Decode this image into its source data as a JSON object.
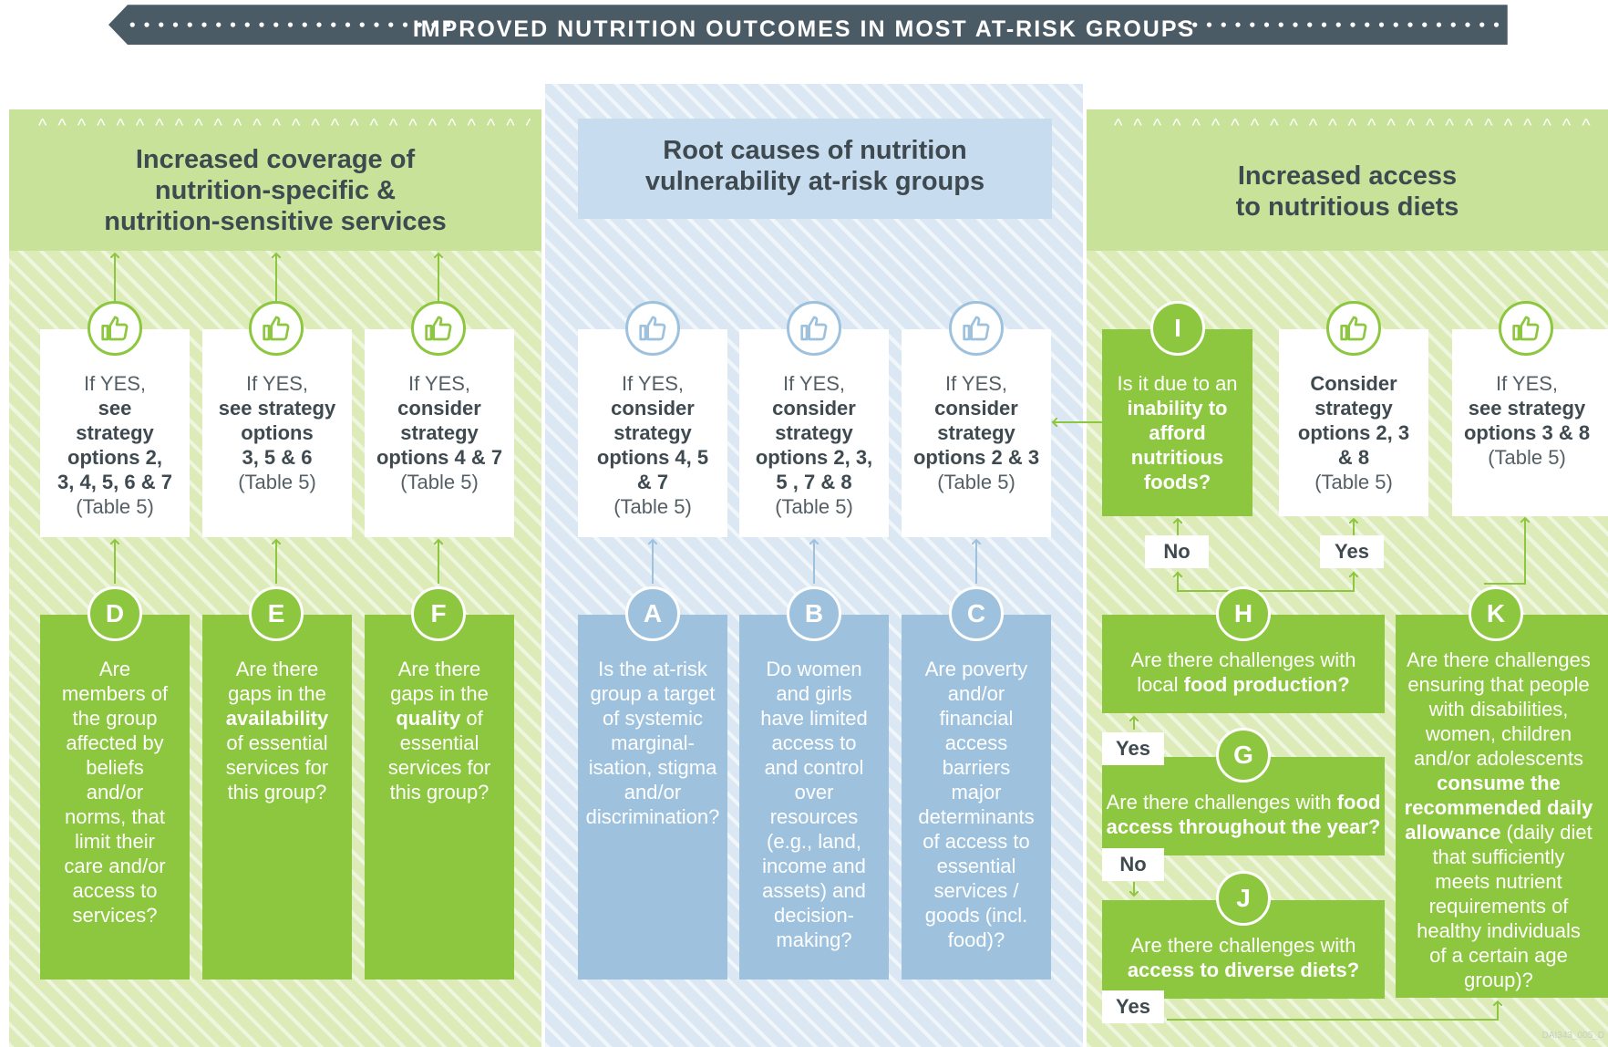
{
  "banner": {
    "title": "IMPROVED NUTRITION OUTCOMES IN MOST AT-RISK GROUPS",
    "color": "#4a5b66"
  },
  "left_panel": {
    "title": "Increased coverage of\nnutrition-specific &\nnutrition-sensitive services",
    "chevrons": "^^^^^^^^^^^^^^^^^^^^^^^^^^^^^^^^^^^^^^^^^^^^^^^",
    "outcome_boxes": [
      {
        "line1": "If YES,",
        "bold": "see\nstrategy\noptions 2,\n3, 4, 5, 6 & 7",
        "tail": "(Table 5)"
      },
      {
        "line1": "If YES,",
        "bold": "see strategy\noptions\n3, 5 & 6",
        "tail": "(Table 5)"
      },
      {
        "line1": "If YES,",
        "bold": "consider\nstrategy\noptions 4 & 7",
        "tail": "(Table 5)"
      }
    ],
    "questions": [
      {
        "letter": "D",
        "text": "Are\nmembers of\nthe group\naffected by\nbeliefs\nand/or\nnorms, that\nlimit their\ncare and/or\naccess to\nservices?"
      },
      {
        "letter": "E",
        "pre": "Are there\ngaps in the\n",
        "bold": "availability",
        "post": "\nof essential\nservices for\nthis group?"
      },
      {
        "letter": "F",
        "pre": "Are there\ngaps in the\n",
        "bold": "quality",
        "post": " of\nessential\nservices for\nthis group?"
      }
    ]
  },
  "center_panel": {
    "title": "Root causes of nutrition\nvulnerability at-risk groups",
    "outcome_boxes": [
      {
        "line1": "If YES,",
        "bold": "consider\nstrategy\noptions 4, 5\n& 7",
        "tail": "(Table 5)"
      },
      {
        "line1": "If YES,",
        "bold": "consider\nstrategy\noptions 2, 3,\n5 , 7 & 8",
        "tail": "(Table 5)"
      },
      {
        "line1": "If YES,",
        "bold": "consider\nstrategy\noptions 2 & 3",
        "tail": "(Table 5)"
      }
    ],
    "questions": [
      {
        "letter": "A",
        "text": "Is the at-risk\ngroup a target\nof systemic\nmarginal-\nisation, stigma\nand/or\ndiscrimination?"
      },
      {
        "letter": "B",
        "text": "Do women\nand girls\nhave limited\naccess to\nand control\nover\nresources\n(e.g., land,\nincome and\nassets) and\ndecision-\nmaking?"
      },
      {
        "letter": "C",
        "text": "Are poverty\nand/or\nfinancial\naccess\nbarriers\nmajor\ndeterminants\nof access to\nessential\nservices /\ngoods (incl.\nfood)?"
      }
    ]
  },
  "right_panel": {
    "title": "Increased access\nto nutritious diets",
    "chevrons": "^^^^^^^^^^^^^^^^^^^^^^^^^^^^^^^^^^^^^^^^^^^^^^^",
    "box_i": {
      "letter": "I",
      "pre": "Is it due to an\n",
      "bold": "inability to\nafford\nnutritious\nfoods?"
    },
    "box_consider": {
      "bold": "Consider\nstrategy\noptions 2, 3\n& 8",
      "tail": "(Table 5)"
    },
    "box_k_outcome": {
      "line1": "If YES,",
      "bold": "see strategy\noptions 3 & 8",
      "tail": "(Table 5)"
    },
    "box_h": {
      "letter": "H",
      "pre": "Are there challenges with\nlocal ",
      "bold": "food production?"
    },
    "box_g": {
      "letter": "G",
      "pre": "Are there challenges with ",
      "bold": "food\naccess throughout the year?"
    },
    "box_j": {
      "letter": "J",
      "pre": "Are there challenges with\n",
      "bold": "access to diverse diets?"
    },
    "box_k": {
      "letter": "K",
      "pre": "Are there challenges\nensuring that people\nwith disabilities,\nwomen, children\nand/or adolescents\n",
      "bold": "consume the\nrecommended daily\nallowance",
      "post": " (daily diet\nthat sufficiently\nmeets nutrient\nrequirements of\nhealthy individuals\nof a certain age\ngroup)?"
    },
    "tags": {
      "no_h": "No",
      "yes_h": "Yes",
      "yes_g": "Yes",
      "no_g": "No",
      "yes_j": "Yes"
    }
  },
  "credit": "DAI343_005_D",
  "colors": {
    "green_box": "#8dc63f",
    "green_panel": "#dcebb8",
    "green_header": "#c9e29a",
    "blue_box": "#9ec2de",
    "blue_panel": "#dbe8f3",
    "text_dark": "#3f4a50",
    "text_grey": "#555f66"
  },
  "icons": {
    "outcome": "thumbs-up-icon"
  }
}
